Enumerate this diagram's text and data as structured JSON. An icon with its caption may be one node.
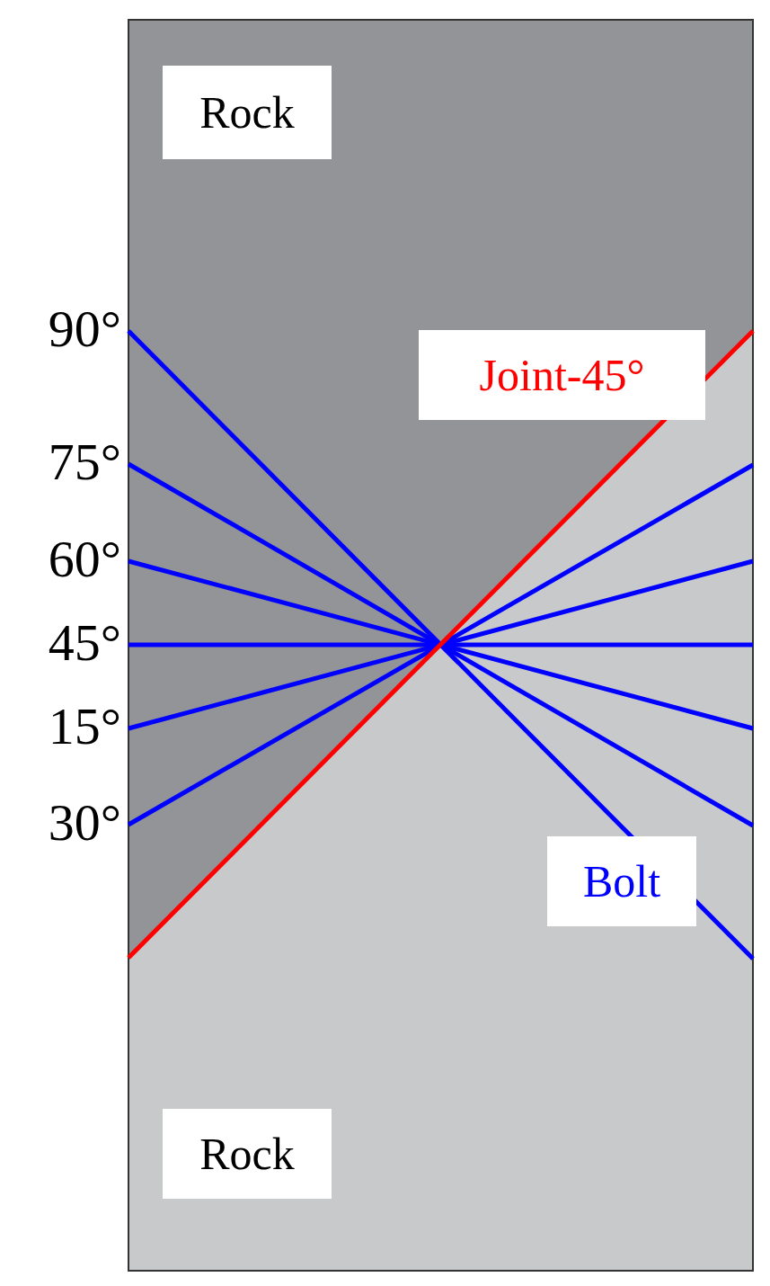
{
  "diagram": {
    "nodes": [
      {
        "text": [
          "Rock"
        ]
      },
      {
        "text": [
          "Joint-45°"
        ]
      },
      {
        "text": [
          "Bolt"
        ]
      },
      {
        "text": [
          "Rock"
        ]
      }
    ],
    "labels": [
      "90°",
      "75°",
      "60°",
      "45°",
      "15°",
      "30°"
    ]
  }
}
